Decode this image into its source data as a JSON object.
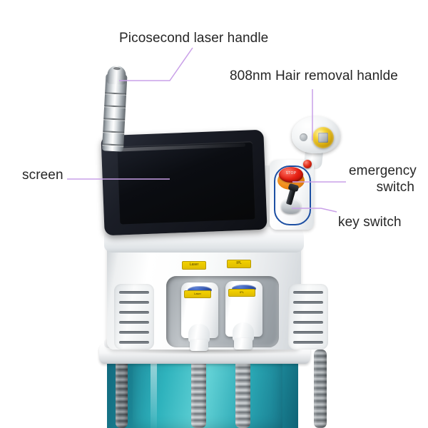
{
  "diagram": {
    "title": "Picosecond / 808nm diode laser beauty machine annotated product diagram",
    "background_color": "#ffffff",
    "leader_line_color": "#c9a0e8",
    "label_text_color": "#262626"
  },
  "callouts": [
    {
      "id": "picosecond-laser-handle",
      "label": "Picosecond laser handle",
      "position": "top-left",
      "leader": "elbow-down-left"
    },
    {
      "id": "808nm-hair-removal-handle",
      "label": "808nm Hair removal hanlde",
      "position": "top-right",
      "leader": "vertical-down"
    },
    {
      "id": "screen",
      "label": "screen",
      "position": "left",
      "leader": "horizontal-right"
    },
    {
      "id": "emergency-switch",
      "label": "emergency\nswitch",
      "position": "right",
      "leader": "horizontal-left"
    },
    {
      "id": "key-switch",
      "label": "key switch",
      "position": "right-lower",
      "leader": "elbow-up-left"
    }
  ],
  "machine": {
    "chassis_color": "#ffffff",
    "base_panel_color": "#2fb3bd",
    "screen": {
      "bezel_color": "#1a1d26",
      "display_color": "#0b0d12"
    },
    "console": {
      "outline_color": "#1c4fa3",
      "emergency_button": {
        "cap_color": "#e51f12",
        "base_color": "#f08a18",
        "cap_text": "STOP"
      },
      "key_switch": {
        "barrel_color": "#c4c9cd",
        "key_color": "#23262a"
      },
      "indicator_color": "#e02a15"
    },
    "panel_stickers": [
      {
        "id": "sticker-laser",
        "text": "Laser",
        "color": "#f3d200"
      },
      {
        "id": "sticker-ipl",
        "text": "IPL",
        "color": "#f3d200"
      }
    ],
    "handpieces": [
      {
        "id": "handpiece-left",
        "button_color": "#27489e",
        "sticker_text": "Laser"
      },
      {
        "id": "handpiece-right",
        "button_color": "#27489e",
        "sticker_text": "IPL"
      }
    ],
    "cables": {
      "count": 4,
      "color": "#9aa0a4",
      "style": "corrugated"
    },
    "vents": {
      "sides": 2,
      "slits_per_side": 6
    },
    "picosecond_handle": {
      "finish": "chrome",
      "ring_count": 5
    },
    "hair_removal_handle": {
      "ring_color": "#f2cf2e",
      "window_color": "#b9bec2",
      "body_color": "#ffffff"
    }
  }
}
